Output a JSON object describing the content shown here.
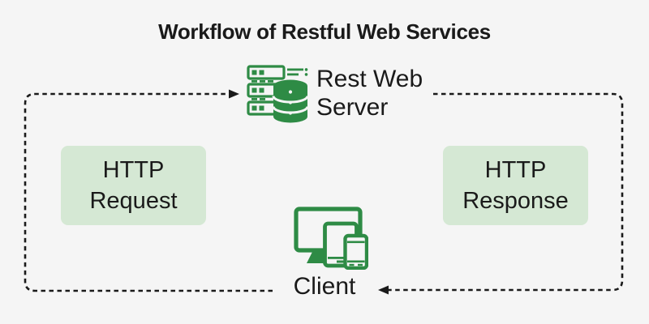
{
  "title": "Workflow of Restful Web Services",
  "colors": {
    "bg": "#f5f5f5",
    "text": "#1a1a1a",
    "icon-green": "#2e8b45",
    "box-green": "#d5e8d4",
    "arrow": "#1a1a1a"
  },
  "nodes": {
    "server": {
      "label": "Rest Web\nServer",
      "icon": "server-database-icon"
    },
    "client": {
      "label": "Client",
      "icon": "client-devices-icon"
    },
    "request": {
      "label": "HTTP\nRequest"
    },
    "response": {
      "label": "HTTP\nResponse"
    }
  },
  "edges": [
    {
      "name": "request-flow",
      "from": "Client",
      "to": "Rest Web Server",
      "style": "dashed",
      "path": "left-loop",
      "arrowhead": "points-right-at-server"
    },
    {
      "name": "response-flow",
      "from": "Rest Web Server",
      "to": "Client",
      "style": "dashed",
      "path": "right-loop",
      "arrowhead": "points-left-at-client"
    }
  ]
}
